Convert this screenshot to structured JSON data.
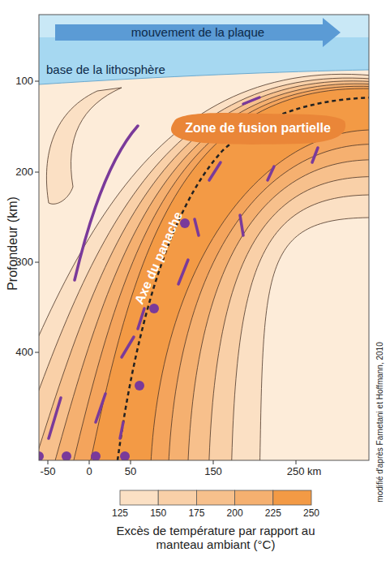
{
  "diagram": {
    "nodes": [
      {
        "text": [
          "Zone de fusion partielle"
        ]
      }
    ],
    "labels": [
      "mouvement de la plaque",
      "base de la lithosphère",
      "100",
      "200",
      "300",
      "400",
      "Profondeur (km)",
      "Axe du panache",
      "-50",
      "0",
      "50",
      "150",
      "250 km",
      "125",
      "150",
      "175",
      "200",
      "225",
      "250",
      "Excès de température par rapport au manteau ambiant (°C)",
      "modifié d'après Farnetani et Hoffmann, 2010"
    ]
  }
}
